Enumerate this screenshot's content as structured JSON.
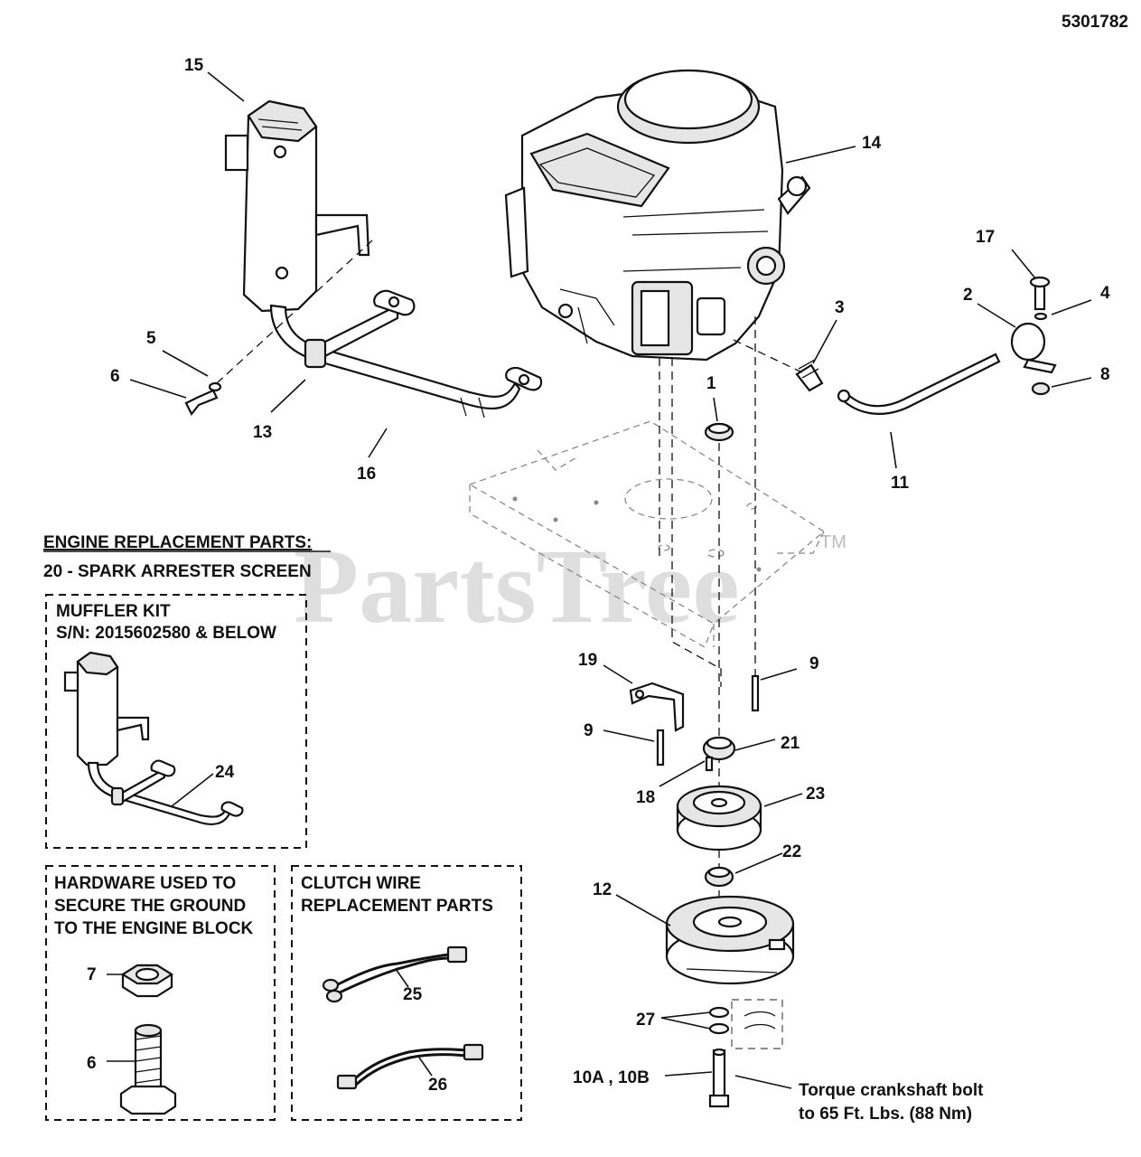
{
  "diagram_id": "5301782",
  "watermark": {
    "text": "PartsTree",
    "mark": "TM"
  },
  "callouts": {
    "c1": "1",
    "c2": "2",
    "c3": "3",
    "c4": "4",
    "c5": "5",
    "c6": "6",
    "c8": "8",
    "c9a": "9",
    "c9b": "9",
    "c10": "10A , 10B",
    "c11": "11",
    "c12": "12",
    "c13": "13",
    "c14": "14",
    "c15": "15",
    "c16": "16",
    "c17": "17",
    "c18": "18",
    "c19": "19",
    "c21": "21",
    "c22": "22",
    "c23": "23",
    "c24": "24",
    "c25": "25",
    "c26": "26",
    "c27": "27",
    "c7box": "7",
    "c6box": "6"
  },
  "engine_replacement": {
    "heading": "ENGINE REPLACEMENT PARTS:",
    "item": "20 - SPARK ARRESTER SCREEN"
  },
  "muffler_kit": {
    "title_line1": "MUFFLER KIT",
    "title_line2": "S/N: 2015602580 & BELOW"
  },
  "hardware_box": {
    "line1": "HARDWARE USED TO",
    "line2": "SECURE THE GROUND",
    "line3": "TO THE ENGINE BLOCK"
  },
  "clutch_box": {
    "line1": "CLUTCH WIRE",
    "line2": "REPLACEMENT PARTS"
  },
  "torque_note": {
    "line1": "Torque crankshaft bolt",
    "line2": "to 65 Ft. Lbs. (88 Nm)"
  }
}
